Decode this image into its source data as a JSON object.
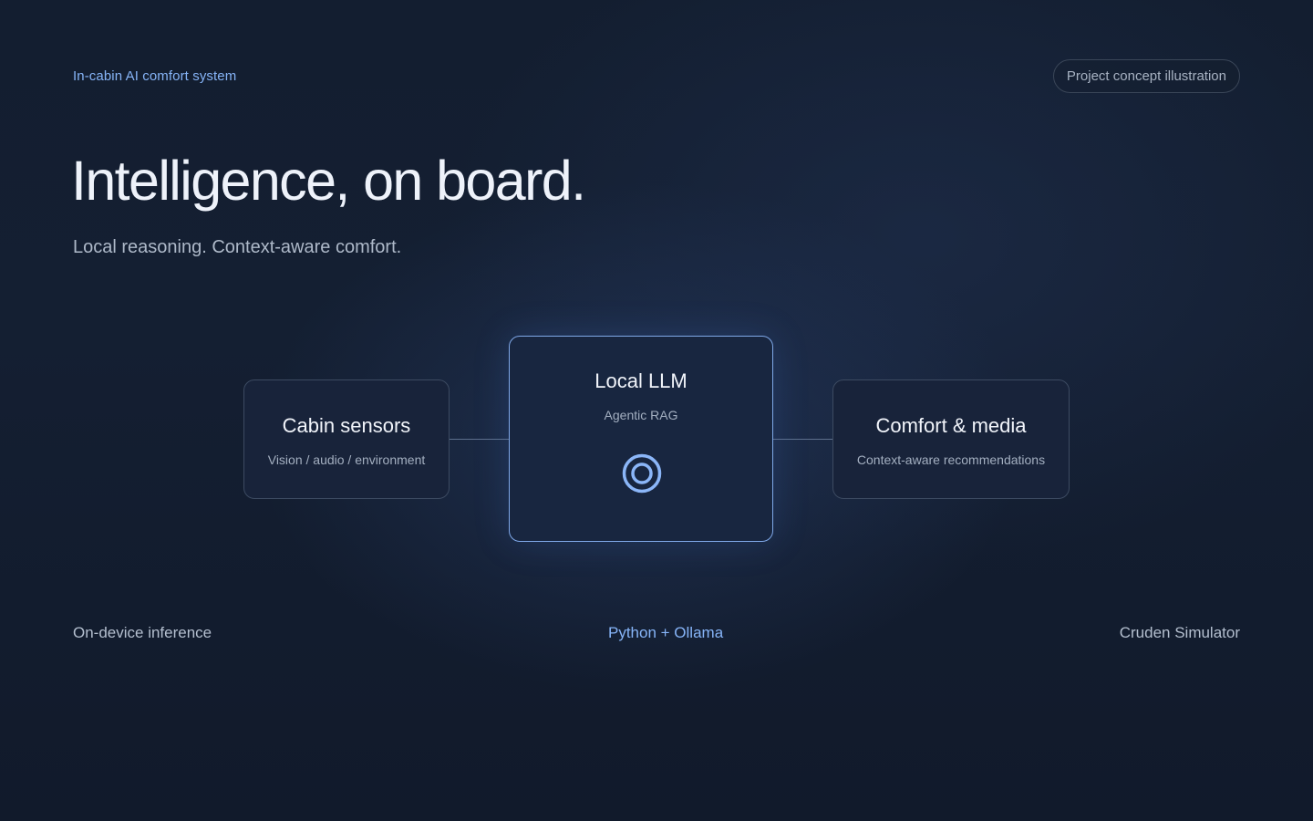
{
  "header": {
    "eyebrow": "In-cabin AI comfort system",
    "badge": "Project concept illustration"
  },
  "hero": {
    "title": "Intelligence, on board.",
    "subtitle": "Local reasoning. Context-aware comfort."
  },
  "diagram": {
    "nodes": [
      {
        "title": "Cabin sensors",
        "subtitle": "Vision / audio / environment"
      },
      {
        "title": "Local LLM",
        "subtitle": "Agentic RAG",
        "icon": "target-icon"
      },
      {
        "title": "Comfort & media",
        "subtitle": "Context-aware recommendations"
      }
    ]
  },
  "footer": {
    "left": "On-device inference",
    "middle": "Python + Ollama",
    "right": "Cruden Simulator"
  },
  "colors": {
    "background": "#111b2c",
    "accent": "#86b4f7",
    "highlight_border": "#7fa8e8"
  }
}
